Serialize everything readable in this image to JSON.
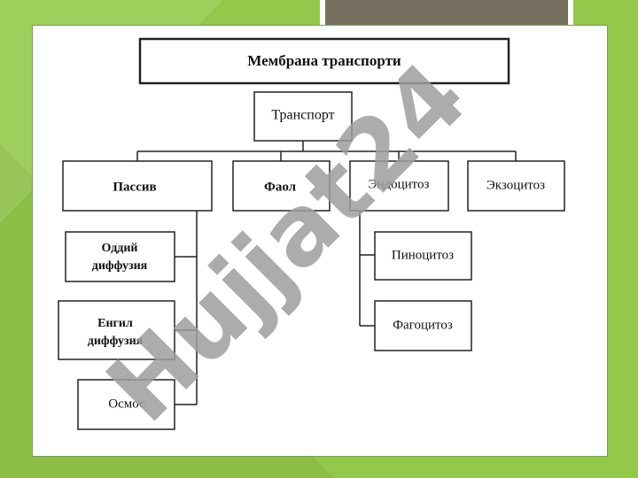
{
  "diagram": {
    "title": "Мембрана транспорти",
    "root": "Транспорт",
    "categories": {
      "passive": "Пассив",
      "active": "Фаол",
      "endocytosis": "Эндоцитоз",
      "exocytosis": "Экзоцитоз"
    },
    "passive_children": {
      "simple_line1": "Оддий",
      "simple_line2": "диффузия",
      "facilitated_line1": "Енгил",
      "facilitated_line2": "диффузия",
      "osmosis": "Осмос"
    },
    "endocytosis_children": {
      "pinocytosis": "Пиноцитоз",
      "phagocytosis": "Фагоцитоз"
    }
  },
  "watermark": "Hujjat24",
  "colors": {
    "background": "#93c84a",
    "watermark": "#9e9e9e",
    "header_bar": "#75705f"
  }
}
